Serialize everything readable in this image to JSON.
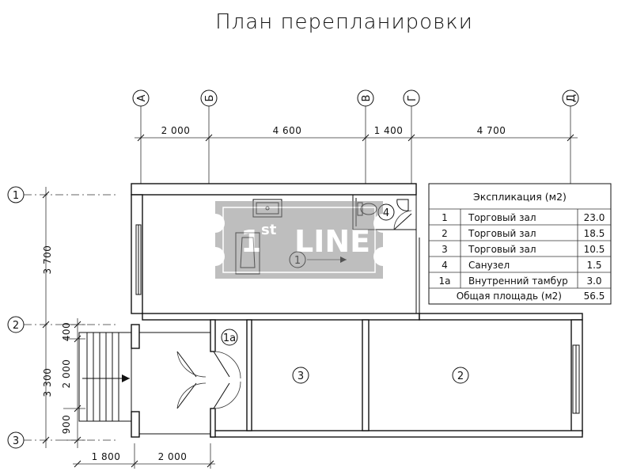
{
  "title": "План перепланировки",
  "axes_vertical": [
    "А",
    "Б",
    "В",
    "Г",
    "Д"
  ],
  "axes_horizontal": [
    "1",
    "2",
    "3"
  ],
  "dimensions": {
    "top": [
      "2 000",
      "4 600",
      "1 400",
      "4 700"
    ],
    "left_total_upper": "3 700",
    "left_total_lower": "3 300",
    "left_parts": [
      "400",
      "2 000",
      "900"
    ],
    "bottom": [
      "1 800",
      "2 000"
    ]
  },
  "rooms": {
    "r1": "1",
    "r1a": "1а",
    "r2": "2",
    "r3": "3",
    "r4": "4"
  },
  "explication": {
    "title": "Экспликация (м2)",
    "rows": [
      {
        "num": "1",
        "name": "Торговый зал",
        "area": "23.0"
      },
      {
        "num": "2",
        "name": "Торговый зал",
        "area": "18.5"
      },
      {
        "num": "3",
        "name": "Торговый зал",
        "area": "10.5"
      },
      {
        "num": "4",
        "name": "Санузел",
        "area": "1.5"
      },
      {
        "num": "1а",
        "name": "Внутренний тамбур",
        "area": "3.0"
      }
    ],
    "total_label": "Общая площадь (м2)",
    "total_value": "56.5"
  },
  "watermark": {
    "prefix": "1",
    "sup": "st",
    "word": "LINE",
    "color": "#8a8a8a"
  }
}
